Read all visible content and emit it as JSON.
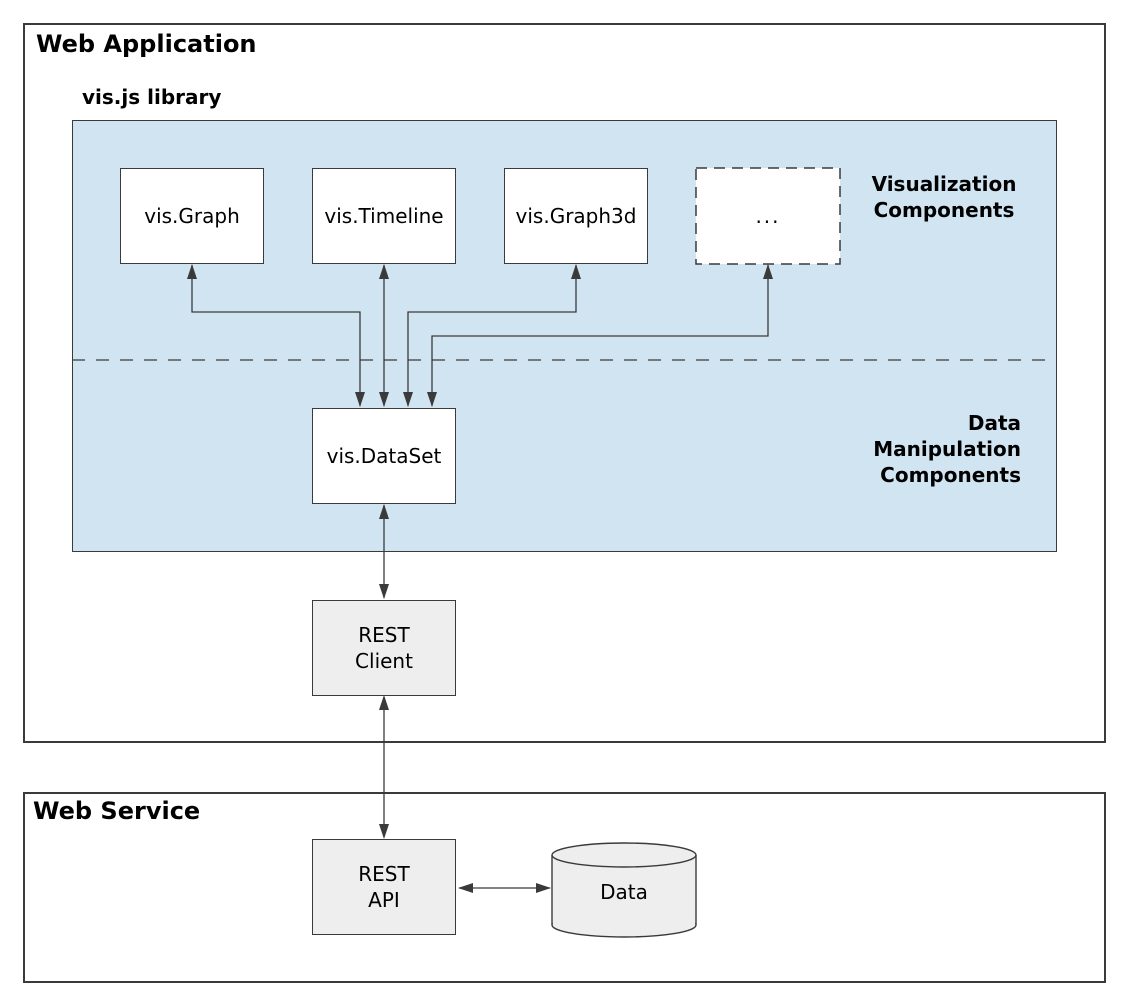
{
  "colors": {
    "background": "#ffffff",
    "library_fill": "#d1e4f2",
    "node_fill": "#ffffff",
    "service_node_fill": "#eeeeee",
    "border": "#3a3a3a",
    "connector": "#3a3a3a",
    "text": "#000000"
  },
  "web_application": {
    "title": "Web Application",
    "library": {
      "label": "vis.js library",
      "section_labels": {
        "visualization": "Visualization\nComponents",
        "data_manipulation": "Data\nManipulation\nComponents"
      },
      "nodes": {
        "vis_graph": "vis.Graph",
        "vis_timeline": "vis.Timeline",
        "vis_graph3d": "vis.Graph3d",
        "more_components": "...",
        "vis_dataset": "vis.DataSet"
      }
    },
    "nodes": {
      "rest_client": "REST\nClient"
    }
  },
  "web_service": {
    "title": "Web Service",
    "nodes": {
      "rest_api": "REST\nAPI",
      "data_store": "Data"
    }
  }
}
